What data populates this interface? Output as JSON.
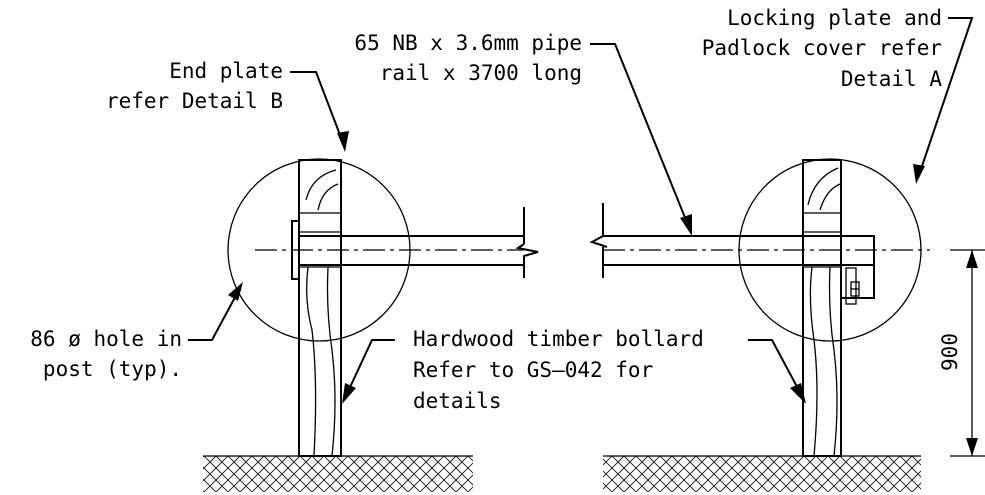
{
  "labels": {
    "pipe_rail": [
      "65 NB x 3.6mm pipe",
      "rail x 3700 long"
    ],
    "end_plate": [
      "End plate",
      "refer Detail B"
    ],
    "locking_plate": [
      "Locking plate and",
      "Padlock cover refer",
      "Detail A"
    ],
    "hole": [
      "86 ø hole in",
      "post (typ)."
    ],
    "bollard": [
      "Hardwood timber bollard",
      "Refer to GS–042 for",
      "details"
    ],
    "dimension": "900"
  }
}
